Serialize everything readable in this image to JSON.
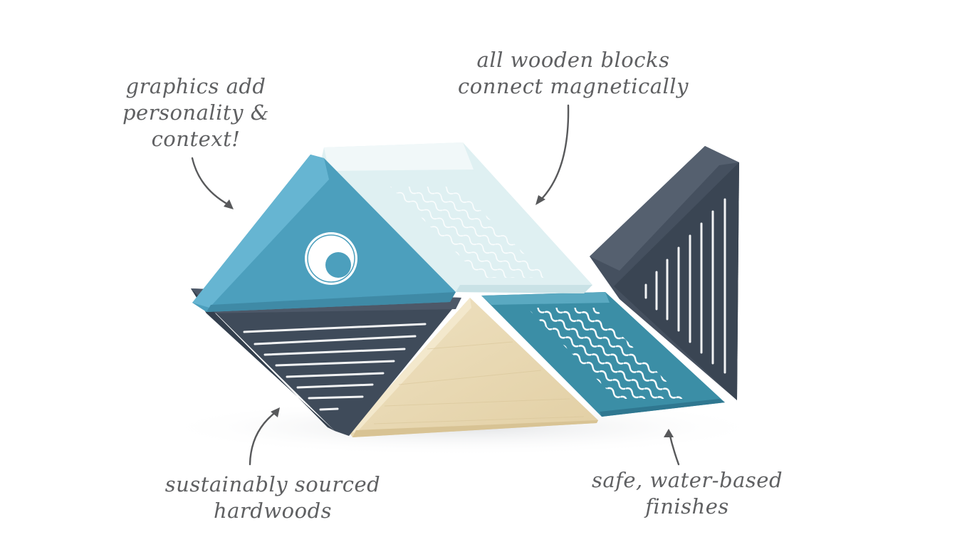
{
  "image": {
    "description": "Product photo of magnetic wooden tangram-style blocks arranged as a whale/fish with handwritten-style callouts",
    "background_color": "#ffffff",
    "text_color": "#5f6062"
  },
  "captions": {
    "graphics": {
      "lines": [
        "graphics add",
        "personality &",
        "context!"
      ]
    },
    "magnetic": {
      "lines": [
        "all wooden blocks",
        "connect magnetically"
      ]
    },
    "hardwoods": {
      "lines": [
        "sustainably sourced",
        "hardwoods"
      ]
    },
    "finishes": {
      "lines": [
        "safe, water-based",
        "finishes"
      ]
    }
  },
  "blocks": {
    "head": {
      "shape": "triangle",
      "color": "#4c9fbd",
      "bevel_color": "#62b2d0",
      "graphic": "eye"
    },
    "top_body": {
      "shape": "parallelogram",
      "color": "#dff0f2",
      "graphic": "waves"
    },
    "jaw": {
      "shape": "inverted-triangle",
      "color": "#3d4957",
      "graphic": "horizontal-stripes"
    },
    "belly": {
      "shape": "triangle",
      "color": "#e9d9b4",
      "graphic": "natural-wood"
    },
    "lower_body": {
      "shape": "parallelogram",
      "color": "#3d8fa6",
      "graphic": "waves"
    },
    "tail": {
      "shape": "triangle",
      "color": "#3f4a59",
      "graphic": "vertical-stripes"
    }
  }
}
